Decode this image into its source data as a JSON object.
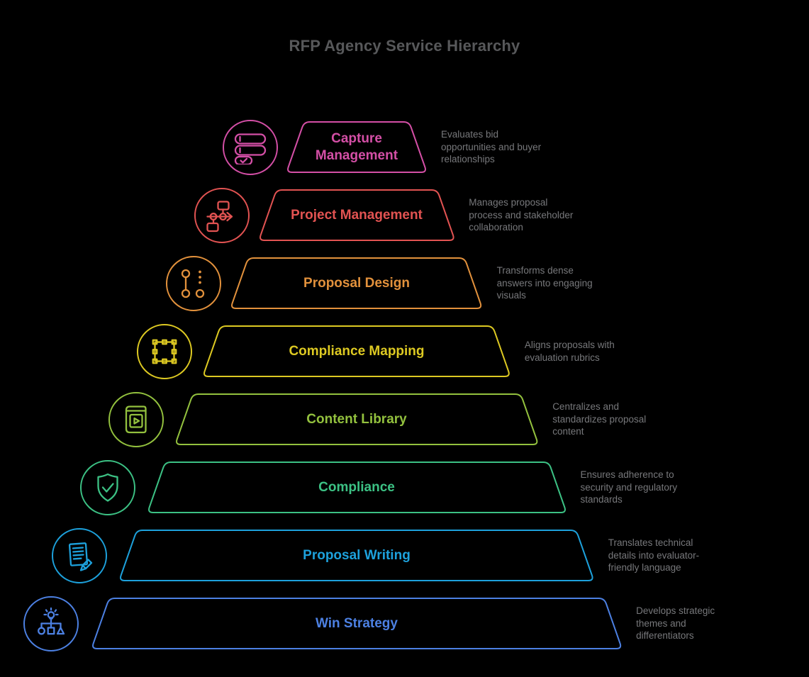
{
  "title": "RFP Agency Service Hierarchy",
  "colors": {
    "background": "#000000",
    "title_text": "#57585a",
    "description_text": "#77787b"
  },
  "levels": [
    {
      "label": "Capture Management",
      "description": "Evaluates bid opportunities and buyer relationships",
      "color": "#d44fa6",
      "icon": "task-list-check-icon"
    },
    {
      "label": "Project Management",
      "description": "Manages proposal process and stakeholder collaboration",
      "color": "#e25352",
      "icon": "flowchart-icon"
    },
    {
      "label": "Proposal Design",
      "description": "Transforms dense answers into engaging visuals",
      "color": "#e2913c",
      "icon": "git-commits-icon"
    },
    {
      "label": "Compliance Mapping",
      "description": "Aligns proposals with evaluation rubrics",
      "color": "#ddc922",
      "icon": "chip-icon"
    },
    {
      "label": "Content Library",
      "description": "Centralizes and standardizes proposal content",
      "color": "#93c13e",
      "icon": "video-library-icon"
    },
    {
      "label": "Compliance",
      "description": "Ensures adherence to security and regulatory standards",
      "color": "#3cc184",
      "icon": "shield-check-icon"
    },
    {
      "label": "Proposal Writing",
      "description": "Translates technical details into evaluator-friendly language",
      "color": "#1da1dc",
      "icon": "document-pencil-icon"
    },
    {
      "label": "Win Strategy",
      "description": "Develops strategic themes and differentiators",
      "color": "#4c80e2",
      "icon": "idea-hierarchy-icon"
    }
  ]
}
